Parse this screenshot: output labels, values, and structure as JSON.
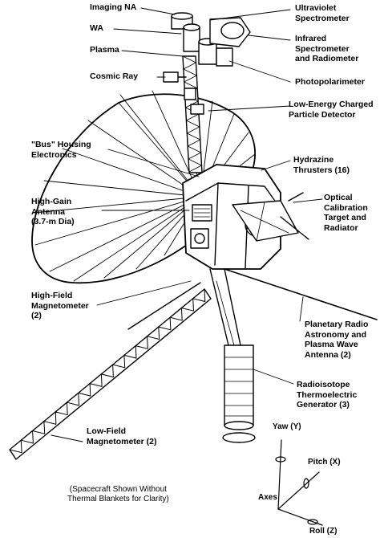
{
  "labels_left": [
    {
      "id": "imaging-na",
      "text": "Imaging NA"
    },
    {
      "id": "wa",
      "text": "WA"
    },
    {
      "id": "plasma",
      "text": "Plasma"
    },
    {
      "id": "cosmic-ray",
      "text": "Cosmic Ray"
    },
    {
      "id": "bus-housing",
      "text": "\"Bus\" Housing\nElectronics"
    },
    {
      "id": "high-gain-antenna",
      "text": "High-Gain\nAntenna\n(3.7-m Dia)"
    },
    {
      "id": "high-field-magnetometer",
      "text": "High-Field\nMagnetometer\n(2)"
    },
    {
      "id": "low-field-magnetometer",
      "text": "Low-Field\nMagnetometer (2)"
    }
  ],
  "labels_right": [
    {
      "id": "uv-spectrometer",
      "text": "Ultraviolet\nSpectrometer"
    },
    {
      "id": "ir-spectrometer",
      "text": "Infrared\nSpectrometer\nand Radiometer"
    },
    {
      "id": "photopolarimeter",
      "text": "Photopolarimeter"
    },
    {
      "id": "lecp-detector",
      "text": "Low-Energy Charged\nParticle Detector"
    },
    {
      "id": "hydrazine-thrusters",
      "text": "Hydrazine\nThrusters (16)"
    },
    {
      "id": "optical-calibration",
      "text": "Optical\nCalibration\nTarget and\nRadiator"
    },
    {
      "id": "planetary-radio",
      "text": "Planetary Radio\nAstronomy and\nPlasma Wave\nAntenna (2)"
    },
    {
      "id": "rtg",
      "text": "Radioisotope\nThermoelectric\nGenerator (3)"
    }
  ],
  "axes": {
    "yaw": "Yaw (Y)",
    "pitch": "Pitch (X)",
    "roll": "Roll (Z)",
    "axes_label": "Axes"
  },
  "note": "(Spacecraft Shown Without\nThermal Blankets for Clarity)"
}
